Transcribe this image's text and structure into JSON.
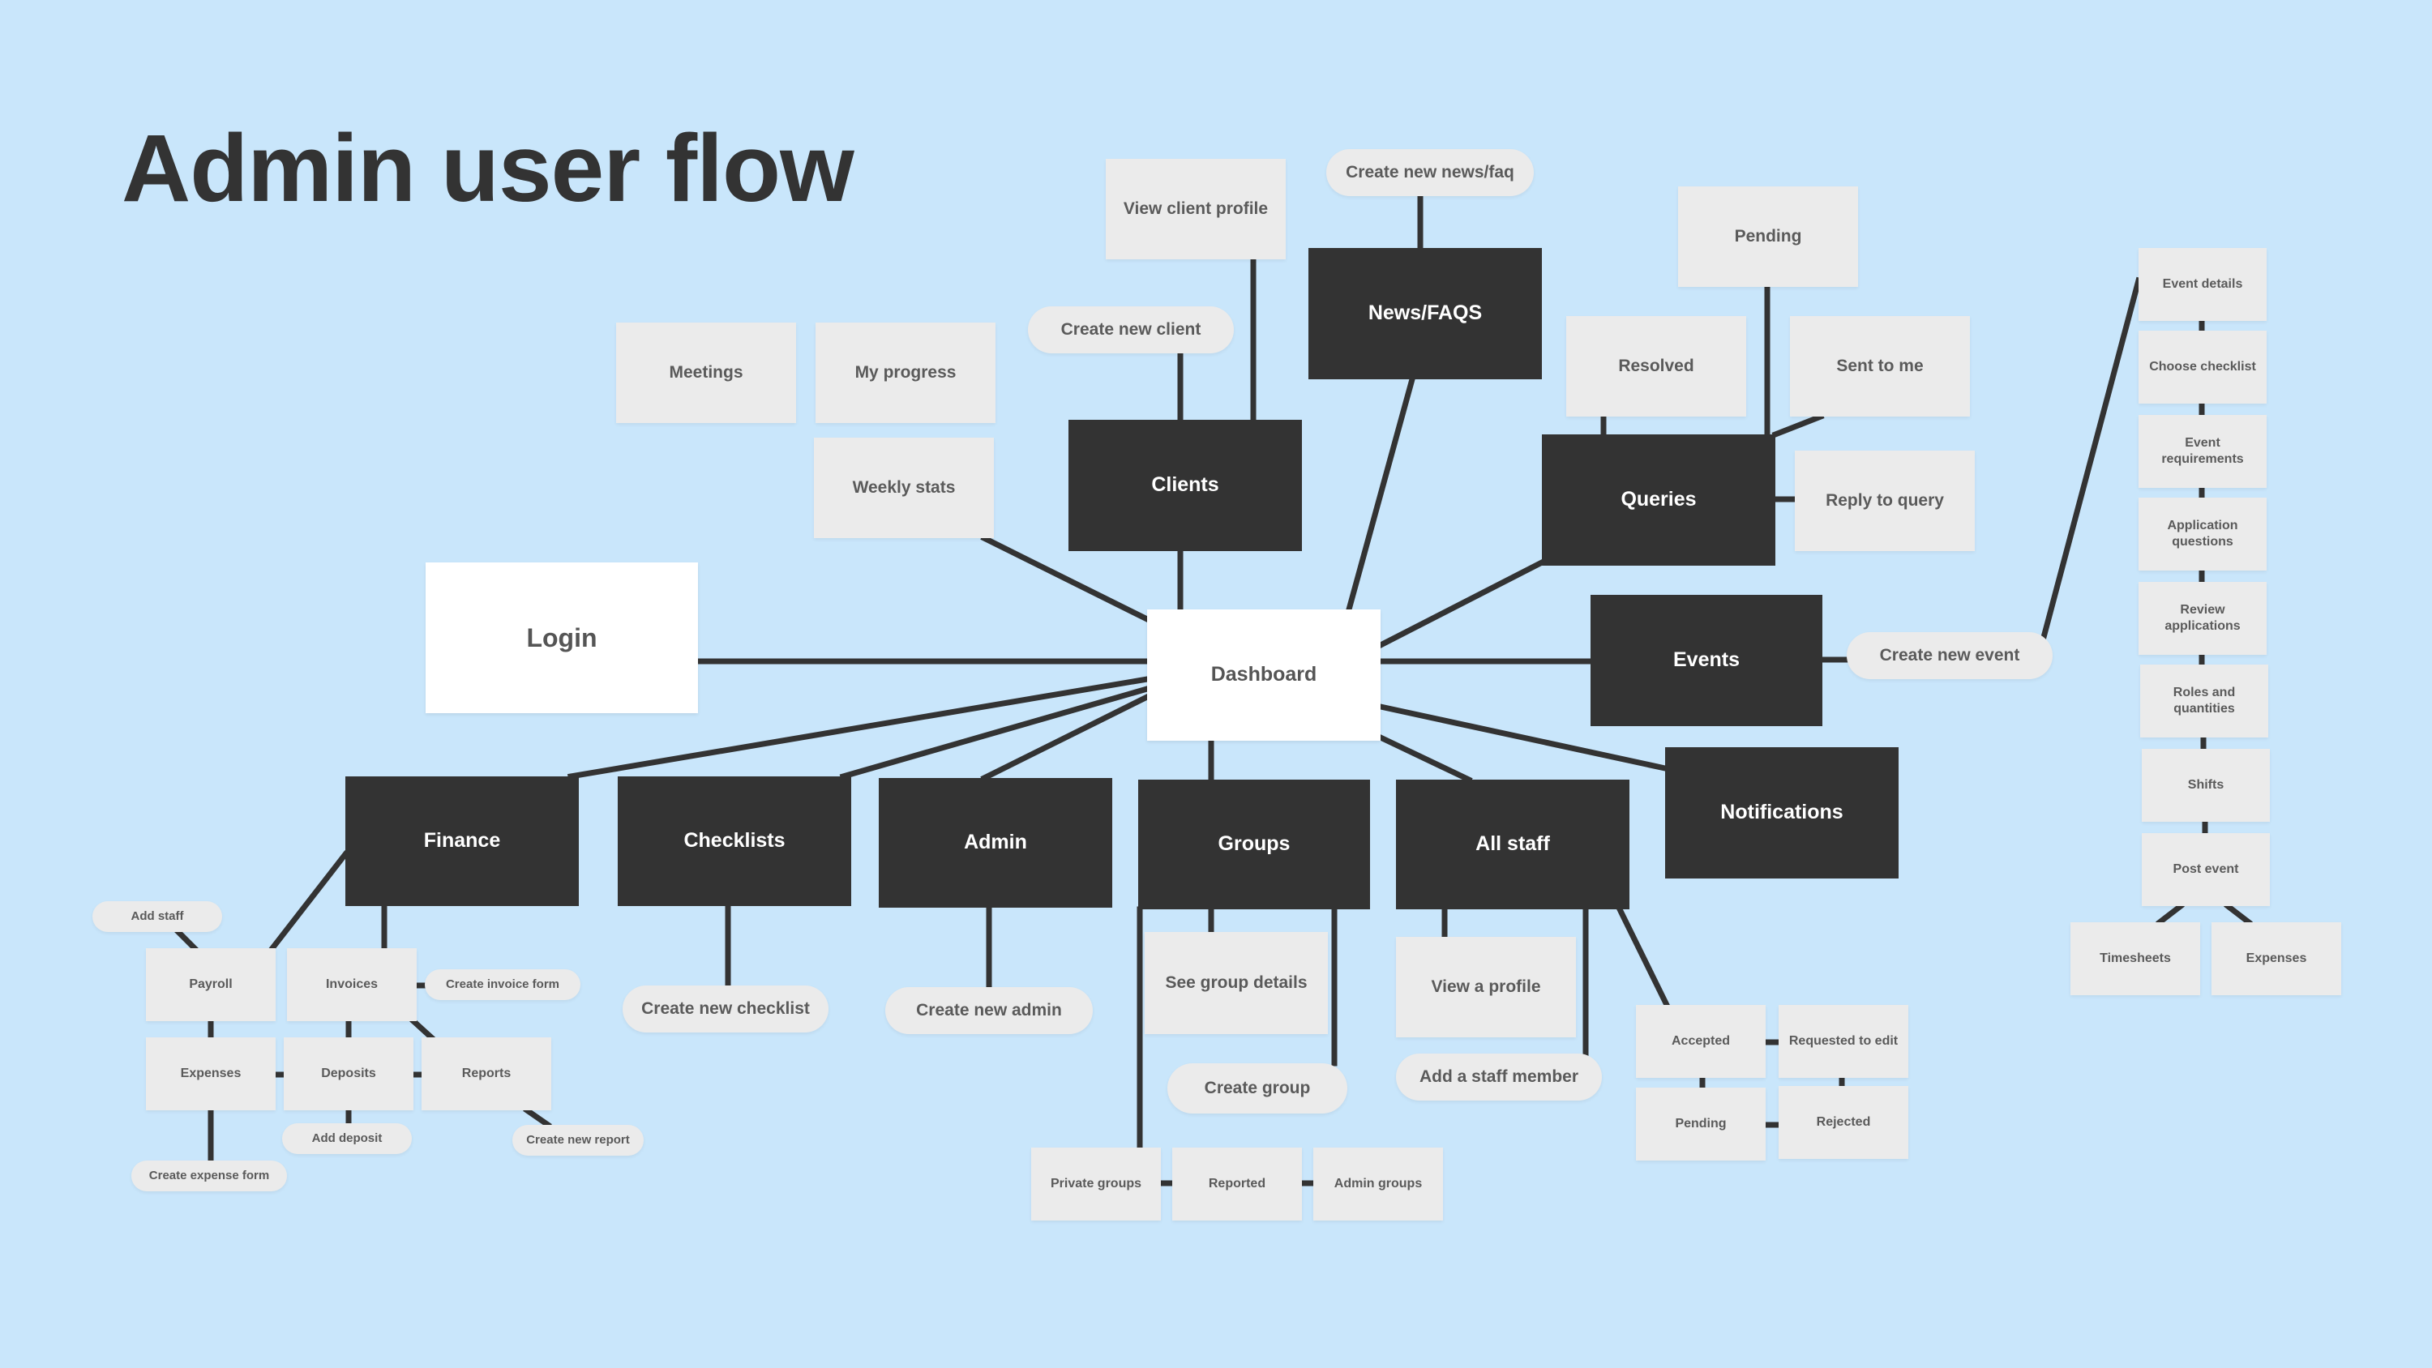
{
  "title": "Admin user flow",
  "diagram": {
    "nodes": {
      "login": "Login",
      "dashboard": "Dashboard",
      "clients": "Clients",
      "newsfaqs": "News/FAQS",
      "queries": "Queries",
      "events": "Events",
      "notifications": "Notifications",
      "finance": "Finance",
      "checklists": "Checklists",
      "admin": "Admin",
      "groups": "Groups",
      "allstaff": "All staff",
      "meetings": "Meetings",
      "myprogress": "My progress",
      "weeklystats": "Weekly stats",
      "viewclientprofile": "View client profile",
      "createnewclient": "Create new client",
      "createnewnews": "Create new news/faq",
      "pending_q": "Pending",
      "resolved": "Resolved",
      "senttome": "Sent to me",
      "replytoquery": "Reply to query",
      "createnewevent": "Create new event",
      "eventdetails": "Event details",
      "choosechecklist": "Choose checklist",
      "eventreq": "Event requirements",
      "appquestions": "Application questions",
      "reviewapps": "Review applications",
      "roles": "Roles and quantities",
      "shifts": "Shifts",
      "postevent": "Post event",
      "timesheets": "Timesheets",
      "expenses_ev": "Expenses",
      "addstaff": "Add staff",
      "payroll": "Payroll",
      "invoices": "Invoices",
      "createinvoiceform": "Create invoice form",
      "expenses_fin": "Expenses",
      "deposits": "Deposits",
      "reports": "Reports",
      "adddeposit": "Add deposit",
      "createnewreport": "Create new report",
      "createexpenseform": "Create expense form",
      "createnewchecklist": "Create new checklist",
      "createnewadmin": "Create new admin",
      "seegroupdetails": "See group details",
      "creategroup": "Create group",
      "privategroups": "Private groups",
      "reported": "Reported",
      "admingroups": "Admin groups",
      "viewaprofile": "View a profile",
      "addastaffmember": "Add a staff member",
      "accepted": "Accepted",
      "requestedtoedit": "Requested to edit",
      "pending_s": "Pending",
      "rejected": "Rejected"
    },
    "edges": [
      [
        "login",
        "dashboard"
      ],
      [
        "dashboard",
        "clients"
      ],
      [
        "dashboard",
        "newsfaqs"
      ],
      [
        "dashboard",
        "queries"
      ],
      [
        "dashboard",
        "events"
      ],
      [
        "dashboard",
        "notifications"
      ],
      [
        "dashboard",
        "weeklystats"
      ],
      [
        "dashboard",
        "finance"
      ],
      [
        "dashboard",
        "checklists"
      ],
      [
        "dashboard",
        "admin"
      ],
      [
        "dashboard",
        "groups"
      ],
      [
        "dashboard",
        "allstaff"
      ],
      [
        "clients",
        "viewclientprofile"
      ],
      [
        "clients",
        "createnewclient"
      ],
      [
        "newsfaqs",
        "createnewnews"
      ],
      [
        "queries",
        "pending_q"
      ],
      [
        "queries",
        "resolved"
      ],
      [
        "queries",
        "senttome"
      ],
      [
        "queries",
        "replytoquery"
      ],
      [
        "events",
        "createnewevent"
      ],
      [
        "createnewevent",
        "eventdetails"
      ],
      [
        "eventdetails",
        "choosechecklist"
      ],
      [
        "choosechecklist",
        "eventreq"
      ],
      [
        "eventreq",
        "appquestions"
      ],
      [
        "appquestions",
        "reviewapps"
      ],
      [
        "reviewapps",
        "roles"
      ],
      [
        "roles",
        "shifts"
      ],
      [
        "shifts",
        "postevent"
      ],
      [
        "postevent",
        "timesheets"
      ],
      [
        "postevent",
        "expenses_ev"
      ],
      [
        "finance",
        "payroll"
      ],
      [
        "finance",
        "invoices"
      ],
      [
        "payroll",
        "addstaff"
      ],
      [
        "payroll",
        "expenses_fin"
      ],
      [
        "invoices",
        "createinvoiceform"
      ],
      [
        "invoices",
        "deposits"
      ],
      [
        "invoices",
        "reports"
      ],
      [
        "expenses_fin",
        "deposits"
      ],
      [
        "deposits",
        "reports"
      ],
      [
        "expenses_fin",
        "createexpenseform"
      ],
      [
        "deposits",
        "adddeposit"
      ],
      [
        "reports",
        "createnewreport"
      ],
      [
        "checklists",
        "createnewchecklist"
      ],
      [
        "admin",
        "createnewadmin"
      ],
      [
        "groups",
        "seegroupdetails"
      ],
      [
        "groups",
        "creategroup"
      ],
      [
        "groups",
        "privategroups"
      ],
      [
        "privategroups",
        "reported"
      ],
      [
        "reported",
        "admingroups"
      ],
      [
        "allstaff",
        "viewaprofile"
      ],
      [
        "allstaff",
        "addastaffmember"
      ],
      [
        "allstaff",
        "accepted"
      ],
      [
        "accepted",
        "requestedtoedit"
      ],
      [
        "accepted",
        "pending_s"
      ],
      [
        "requestedtoedit",
        "rejected"
      ],
      [
        "pending_s",
        "rejected"
      ]
    ]
  }
}
